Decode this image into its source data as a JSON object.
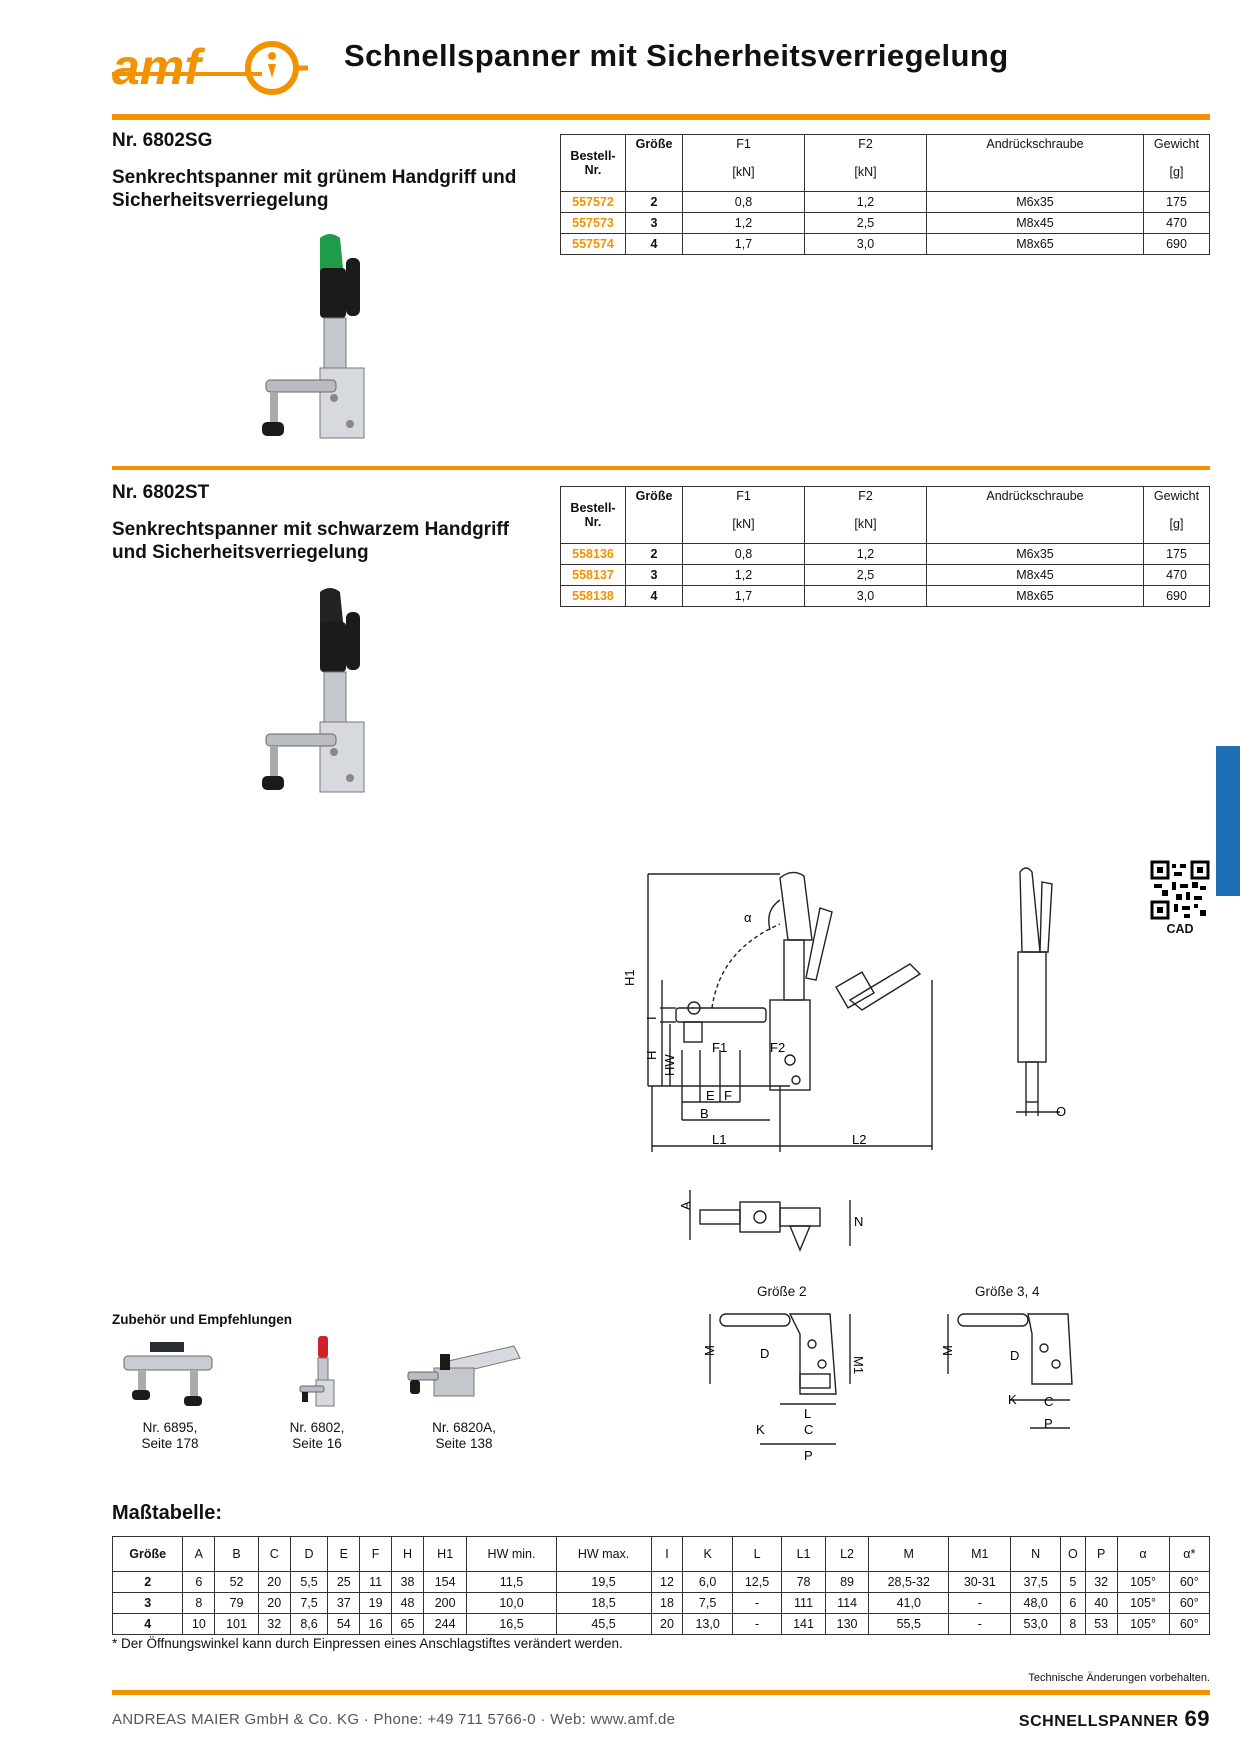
{
  "header": {
    "logo_text": "amf",
    "title": "Schnellspanner mit Sicherheitsverriegelung"
  },
  "product1": {
    "nr": "Nr. 6802SG",
    "description": "Senkrechtspanner mit grünem Handgriff und Sicherheitsverriegelung",
    "handle_color": "#1e9c4a"
  },
  "product2": {
    "nr": "Nr. 6802ST",
    "description": "Senkrechtspanner mit schwarzem Handgriff und Sicherheitsverriegelung",
    "handle_color": "#222222"
  },
  "product_table_headers": {
    "bestell": "Bestell-Nr.",
    "groesse": "Größe",
    "f1": "F1",
    "f1_unit": "[kN]",
    "f2": "F2",
    "f2_unit": "[kN]",
    "schraube": "Andrückschraube",
    "gewicht": "Gewicht",
    "gewicht_unit": "[g]"
  },
  "table1_rows": [
    [
      "557572",
      "2",
      "0,8",
      "1,2",
      "M6x35",
      "175"
    ],
    [
      "557573",
      "3",
      "1,2",
      "2,5",
      "M8x45",
      "470"
    ],
    [
      "557574",
      "4",
      "1,7",
      "3,0",
      "M8x65",
      "690"
    ]
  ],
  "table2_rows": [
    [
      "558136",
      "2",
      "0,8",
      "1,2",
      "M6x35",
      "175"
    ],
    [
      "558137",
      "3",
      "1,2",
      "2,5",
      "M8x45",
      "470"
    ],
    [
      "558138",
      "4",
      "1,7",
      "3,0",
      "M8x65",
      "690"
    ]
  ],
  "cad_label": "CAD",
  "drawing_labels": {
    "h1": "H1",
    "i": "I",
    "h": "H",
    "hw": "HW",
    "alpha": "α",
    "f1": "F1",
    "f2": "F2",
    "e": "E",
    "f": "F",
    "b": "B",
    "l1": "L1",
    "l2": "L2",
    "o": "O",
    "a": "A",
    "n": "N",
    "m": "M",
    "m1": "M1",
    "d": "D",
    "l": "L",
    "k": "K",
    "c": "C",
    "p": "P"
  },
  "size_labels": {
    "size2": "Größe 2",
    "size34": "Größe 3, 4"
  },
  "accessories": {
    "title": "Zubehör und Empfehlungen",
    "items": [
      {
        "line1": "Nr. 6895,",
        "line2": "Seite 178"
      },
      {
        "line1": "Nr. 6802,",
        "line2": "Seite 16"
      },
      {
        "line1": "Nr. 6820A,",
        "line2": "Seite 138"
      }
    ]
  },
  "mass_table": {
    "title": "Maßtabelle:",
    "headers": [
      "Größe",
      "A",
      "B",
      "C",
      "D",
      "E",
      "F",
      "H",
      "H1",
      "HW min.",
      "HW max.",
      "I",
      "K",
      "L",
      "L1",
      "L2",
      "M",
      "M1",
      "N",
      "O",
      "P",
      "α",
      "α*"
    ],
    "rows": [
      [
        "2",
        "6",
        "52",
        "20",
        "5,5",
        "25",
        "11",
        "38",
        "154",
        "11,5",
        "19,5",
        "12",
        "6,0",
        "12,5",
        "78",
        "89",
        "28,5-32",
        "30-31",
        "37,5",
        "5",
        "32",
        "105°",
        "60°"
      ],
      [
        "3",
        "8",
        "79",
        "20",
        "7,5",
        "37",
        "19",
        "48",
        "200",
        "10,0",
        "18,5",
        "18",
        "7,5",
        "-",
        "111",
        "114",
        "41,0",
        "-",
        "48,0",
        "6",
        "40",
        "105°",
        "60°"
      ],
      [
        "4",
        "10",
        "101",
        "32",
        "8,6",
        "54",
        "16",
        "65",
        "244",
        "16,5",
        "45,5",
        "20",
        "13,0",
        "-",
        "141",
        "130",
        "55,5",
        "-",
        "53,0",
        "8",
        "53",
        "105°",
        "60°"
      ]
    ],
    "footnote": "* Der Öffnungswinkel kann durch Einpressen eines Anschlagstiftes verändert werden."
  },
  "footer": {
    "tech_note": "Technische Änderungen vorbehalten.",
    "company": "ANDREAS MAIER GmbH & Co. KG · Phone: +49 711 5766-0 · Web: www.amf.de",
    "section": "SCHNELLSPANNER",
    "page": "69"
  },
  "colors": {
    "accent": "#f39200",
    "side_tab": "#1f6fb5"
  }
}
